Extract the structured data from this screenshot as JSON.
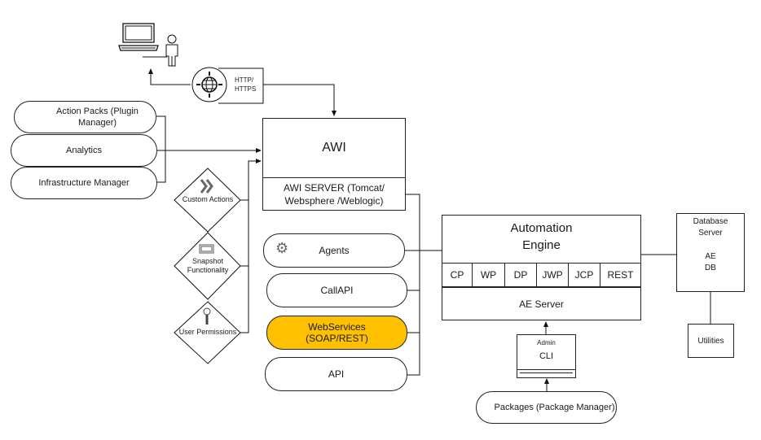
{
  "diagram": {
    "protocol_label_line1": "HTTP/",
    "protocol_label_line2": "HTTPS",
    "plugins": [
      {
        "label": "Action Packs (Plugin Manager)"
      },
      {
        "label": "Analytics"
      },
      {
        "label": "Infrastructure Manager"
      }
    ],
    "features": [
      {
        "label": "Custom Actions",
        "icon": "double-chevron-right-icon"
      },
      {
        "label": "Snapshot Functionality",
        "icon": "snapshot-icon"
      },
      {
        "label": "User Permissions",
        "icon": "key-icon"
      }
    ],
    "awi": {
      "title": "AWI",
      "server_line1": "AWI SERVER (Tomcat/",
      "server_line2": "Websphere /Weblogic)"
    },
    "interfaces": [
      {
        "label": "Agents",
        "icon": "gear-icon"
      },
      {
        "label": "CallAPI"
      },
      {
        "label_line1": "WebServices",
        "label_line2": "(SOAP/REST)",
        "highlight_color": "#ffc000"
      },
      {
        "label": "API"
      }
    ],
    "engine": {
      "title_line1": "Automation",
      "title_line2": "Engine",
      "processes": [
        "CP",
        "WP",
        "DP",
        "JWP",
        "JCP",
        "REST"
      ],
      "server": "AE Server"
    },
    "admin_cli": {
      "top": "Admin",
      "label": "CLI"
    },
    "packages": {
      "label": "Packages (Package Manager)"
    },
    "database": {
      "title_line1": "Database",
      "title_line2": "Server",
      "db_line1": "AE",
      "db_line2": "DB"
    },
    "utilities": {
      "label": "Utilities"
    }
  }
}
